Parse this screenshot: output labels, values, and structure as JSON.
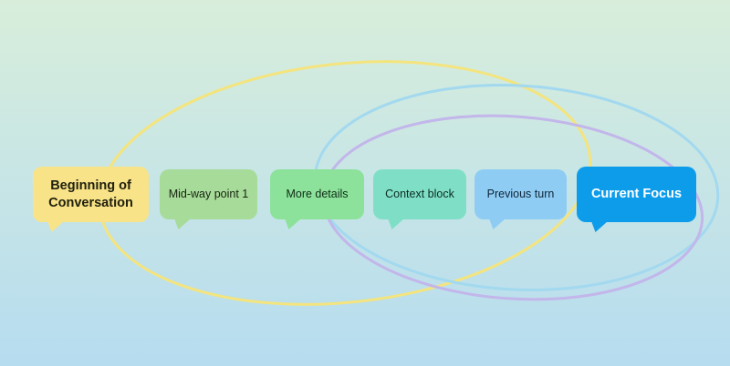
{
  "canvas": {
    "bg_top": "#d8eedb",
    "bg_bottom": "#b6dcf0"
  },
  "bubbles": [
    {
      "label": "Beginning of Conversation",
      "color": "#f8e388",
      "text_color": "#20200e",
      "emphasis": true
    },
    {
      "label": "Mid-way point 1",
      "color": "#a7db99",
      "text_color": "#16230f",
      "emphasis": false
    },
    {
      "label": "More details",
      "color": "#8ce29b",
      "text_color": "#0f2b16",
      "emphasis": false
    },
    {
      "label": "Context block",
      "color": "#7fdfc6",
      "text_color": "#0c2b23",
      "emphasis": false
    },
    {
      "label": "Previous turn",
      "color": "#8fccf3",
      "text_color": "#0f2438",
      "emphasis": false
    },
    {
      "label": "Current Focus",
      "color": "#0d9cea",
      "text_color": "#ffffff",
      "emphasis": true
    }
  ],
  "loops": [
    {
      "name": "yellow-loop",
      "color": "#f4e47e"
    },
    {
      "name": "blue-loop",
      "color": "#a3d9ef"
    },
    {
      "name": "purple-loop",
      "color": "#c2b6ea"
    }
  ]
}
